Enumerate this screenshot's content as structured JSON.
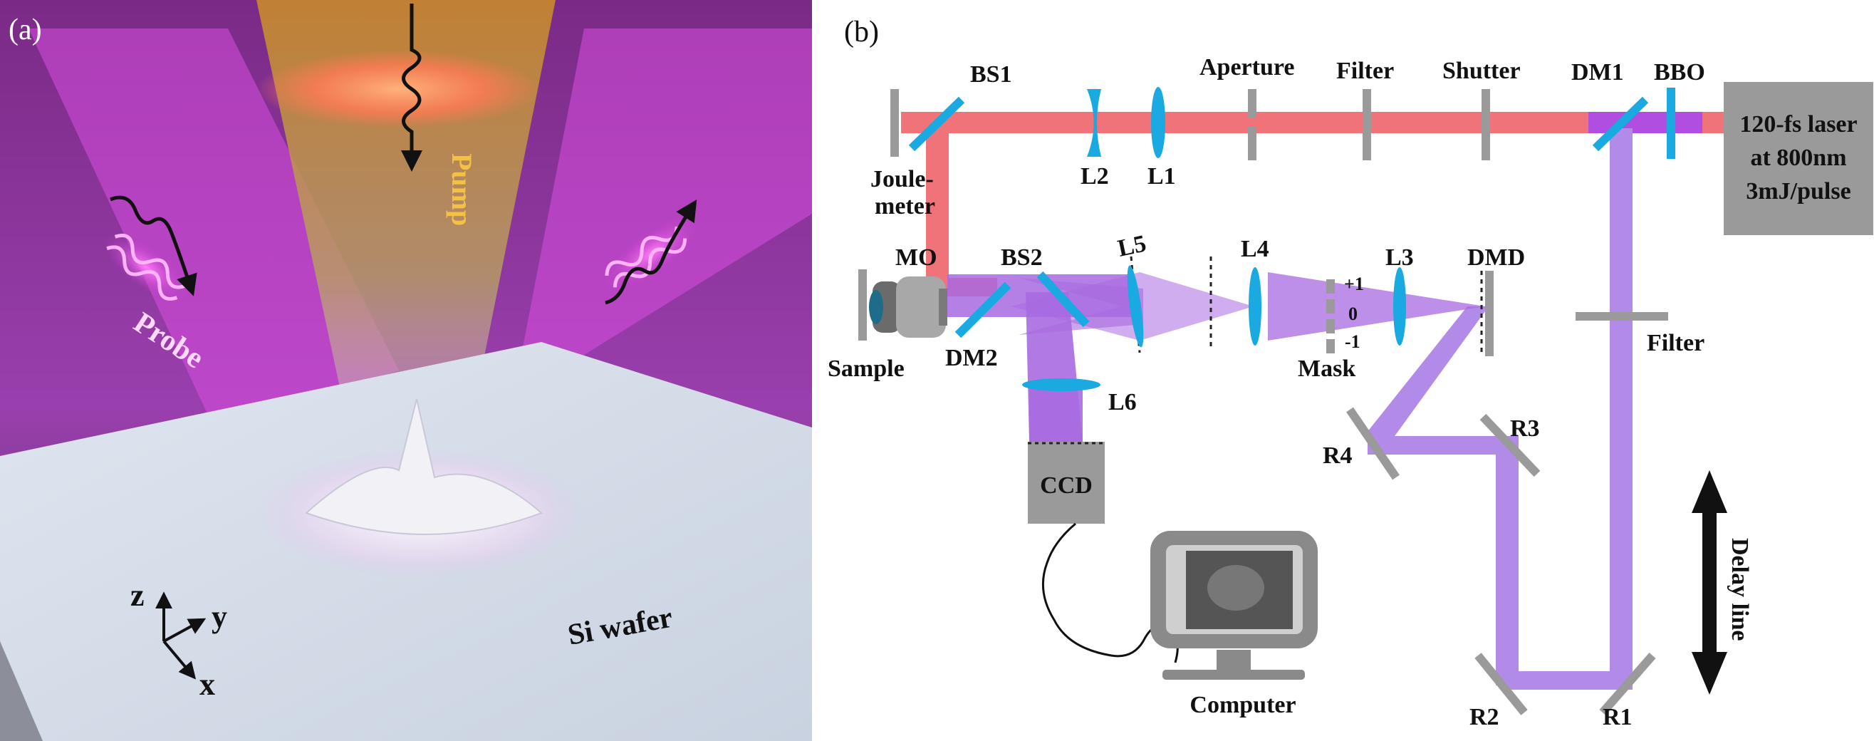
{
  "panel_a": {
    "tag": "(a)",
    "pump": "Pump",
    "probe": "Probe",
    "axis_z": "z",
    "axis_y": "y",
    "axis_x": "x",
    "sample": "Si wafer"
  },
  "panel_b": {
    "tag": "(b)",
    "labels": {
      "bs1": "BS1",
      "joulemeter_1": "Joule-",
      "joulemeter_2": "meter",
      "l2": "L2",
      "l1": "L1",
      "aperture": "Aperture",
      "filter_top": "Filter",
      "shutter": "Shutter",
      "dm1": "DM1",
      "bbo": "BBO",
      "laser_1": "120-fs laser",
      "laser_2": "at 800nm",
      "laser_3": "3mJ/pulse",
      "mo": "MO",
      "bs2": "BS2",
      "l5": "L5",
      "l4": "L4",
      "l3": "L3",
      "dmd": "DMD",
      "order_p1": "+1",
      "order_0": "0",
      "order_m1": "-1",
      "sample": "Sample",
      "dm2": "DM2",
      "mask": "Mask",
      "filter_right": "Filter",
      "l6": "L6",
      "ccd": "CCD",
      "r3": "R3",
      "r4": "R4",
      "delay": "Delay line",
      "computer": "Computer",
      "r2": "R2",
      "r1": "R1"
    }
  },
  "colors": {
    "red_beam": "#f0737a",
    "violet_beam": "#a86ae0",
    "optic_blue": "#1aa9e0",
    "component_gray": "#9a9a9a",
    "pump_glow": "#ff8a5c",
    "probe_magenta": "#d13cd6"
  }
}
